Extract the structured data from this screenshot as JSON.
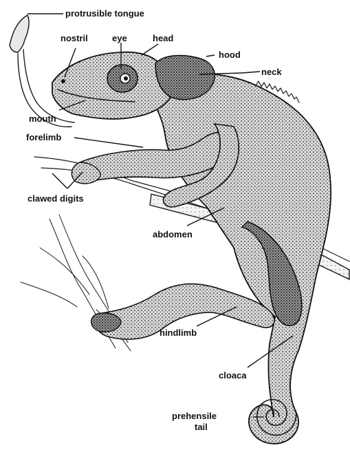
{
  "labels": {
    "protrusible_tongue": "protrusible tongue",
    "nostril": "nostril",
    "eye": "eye",
    "head": "head",
    "hood": "hood",
    "neck": "neck",
    "mouth": "mouth",
    "forelimb": "forelimb",
    "clawed_digits": "clawed digits",
    "abdomen": "abdomen",
    "hindlimb": "hindlimb",
    "cloaca": "cloaca",
    "prehensile_tail_line1": "prehensile",
    "prehensile_tail_line2": "tail"
  }
}
